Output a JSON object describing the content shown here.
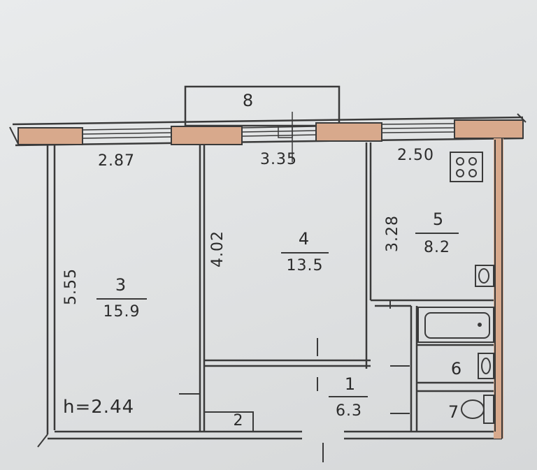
{
  "balcony": {
    "number": "8"
  },
  "rooms": [
    {
      "number": "3",
      "area": "15.9",
      "width": "2.87",
      "length": "5.55"
    },
    {
      "number": "4",
      "area": "13.5",
      "width": "3.35",
      "length": "4.02"
    },
    {
      "number": "5",
      "area": "8.2",
      "width": "2.50",
      "length": "3.28"
    },
    {
      "number": "1",
      "area": "6.3"
    },
    {
      "number": "6"
    },
    {
      "number": "7"
    },
    {
      "number": "2"
    }
  ],
  "ceiling_height": "h=2.44",
  "colors": {
    "wall": "#3a3a3a",
    "masonry": "#d8a98c",
    "background": "#e4e6e7"
  }
}
